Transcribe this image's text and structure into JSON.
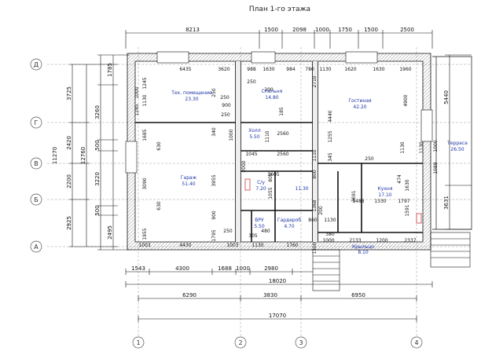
{
  "title": "План 1-го этажа",
  "axes": {
    "letters": [
      "Д",
      "Г",
      "В",
      "Б",
      "А"
    ],
    "numbers": [
      "1",
      "2",
      "3",
      "4"
    ]
  },
  "dims_top": [
    "8213",
    "1500",
    "2098",
    "1000",
    "1750",
    "1500",
    "2500"
  ],
  "dims_bottom": [
    "1543",
    "4300",
    "1688",
    "1000",
    "2980",
    "18020",
    "6290",
    "3830",
    "6950",
    "17070"
  ],
  "dims_left": [
    "3725",
    "2420",
    "2200",
    "2925",
    "1785",
    "3260",
    "500",
    "3220",
    "500",
    "2495",
    "11270",
    "12760"
  ],
  "dims_right": [
    "5440",
    "3631"
  ],
  "dims_inner": {
    "r1": [
      "6435",
      "3620",
      "988",
      "1630",
      "984",
      "780",
      "1130",
      "1620",
      "1630",
      "1960"
    ],
    "tex": [
      "1245",
      "1130",
      "1000",
      "1245",
      "250",
      "250",
      "900",
      "250"
    ],
    "spal": [
      "200",
      "185",
      "2710",
      "250"
    ],
    "liv": [
      "4900",
      "4440"
    ],
    "gar_left": [
      "1685",
      "630",
      "3090",
      "630",
      "1955",
      "1003"
    ],
    "gar_mid": [
      "340",
      "1000",
      "3955",
      "900",
      "1795",
      "4430"
    ],
    "hall": [
      "1110",
      "2560",
      "2560",
      "1045",
      "3605",
      "2000",
      "1255",
      "345",
      "800",
      "1110"
    ],
    "kitchen": [
      "250",
      "1130",
      "3691",
      "1488",
      "1330",
      "1797",
      "1630",
      "474",
      "1089",
      "1000",
      "1130",
      "1591"
    ],
    "bottom": [
      "250",
      "305",
      "480",
      "1003",
      "1130",
      "1760",
      "860",
      "1130",
      "380",
      "1000",
      "2133",
      "1200",
      "2337",
      "1300",
      "1368",
      "200"
    ],
    "bath": [
      "800",
      "1055"
    ]
  },
  "rooms": [
    {
      "name": "Тех. помещение",
      "area": "23.30"
    },
    {
      "name": "Спальня",
      "area": "14.80"
    },
    {
      "name": "Гостиная",
      "area": "42.20"
    },
    {
      "name": "Холл",
      "area": "5.50"
    },
    {
      "name": "Гараж",
      "area": "51.40"
    },
    {
      "name": "С/у",
      "area": "7.20"
    },
    {
      "name": "",
      "area": "11.30"
    },
    {
      "name": "Кухня",
      "area": "17.10"
    },
    {
      "name": "Терраса",
      "area": "26.50"
    },
    {
      "name": "ВРУ",
      "area": "5.50"
    },
    {
      "name": "Гардероб",
      "area": "4.70"
    },
    {
      "name": "Крыльцо",
      "area": "8.10"
    }
  ],
  "colors": {
    "line": "#111111",
    "wall_hatch": "#888888",
    "room_text": "#1f35a8",
    "door": "#d0393a"
  }
}
